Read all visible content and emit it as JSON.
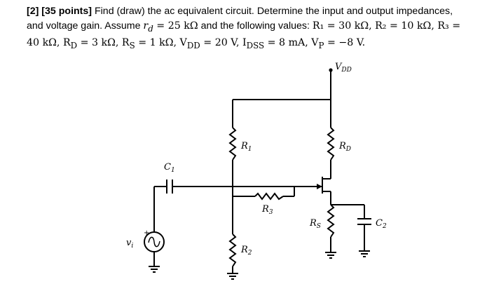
{
  "problem": {
    "number": "[2]",
    "points": "[35 points]",
    "line1_text": "Find (draw) the ac equivalent circuit. Determine the input and output impedances,",
    "line2_text": "and voltage gain. Assume ",
    "rd_expr": "r",
    "rd_sub": "d",
    "rd_value": " = 25 kΩ",
    "line2_tail": " and the following values: ",
    "r1_expr": "R₁ = 30 kΩ, R₂ = 10 kΩ, R₃ =",
    "line3_expr": "40 kΩ, R",
    "rD_sub": "D",
    "rD_value": " = 3 kΩ, R",
    "rS_sub": "S",
    "rS_value": " = 1 kΩ, V",
    "vdd_sub": "DD",
    "vdd_value": " = 20 V, I",
    "idss_sub": "DSS",
    "idss_value": " = 8 mA, V",
    "vp_sub": "P",
    "vp_value": " = −8 V."
  },
  "labels": {
    "vdd_main": "V",
    "vdd_sub": "DD",
    "r1_main": "R",
    "r1_sub": "1",
    "r2_main": "R",
    "r2_sub": "2",
    "r3_main": "R",
    "r3_sub": "3",
    "rd_main": "R",
    "rd_sub": "D",
    "rs_main": "R",
    "rs_sub": "S",
    "c1_main": "C",
    "c1_sub": "1",
    "c2_main": "C",
    "c2_sub": "2",
    "vi_main": "v",
    "vi_sub": "i",
    "plus_sign": "+"
  }
}
